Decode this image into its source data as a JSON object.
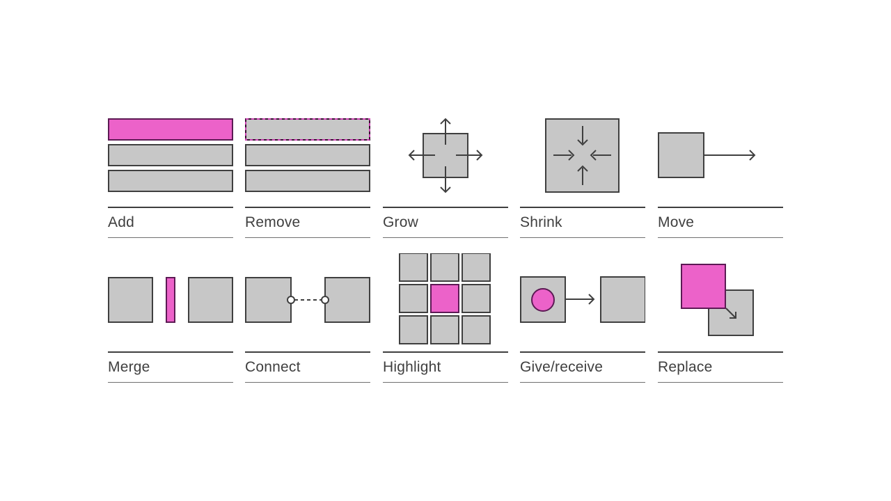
{
  "colors": {
    "shape_gray": "#c7c7c7",
    "outline_dark": "#3f3f3f",
    "accent_pink": "#ec62c9",
    "accent_pink_outline": "#5c1a54",
    "remove_base": "#3a1033",
    "dash_magenta": "#c93eb0",
    "label_text": "#3f3f3f",
    "rule_top": "#3f3f3f",
    "rule_bottom": "#6f6f6f"
  },
  "tiles": [
    {
      "label": "Add",
      "icon": "add-bars-icon"
    },
    {
      "label": "Remove",
      "icon": "remove-dashed-bar-icon"
    },
    {
      "label": "Grow",
      "icon": "grow-arrows-icon"
    },
    {
      "label": "Shrink",
      "icon": "shrink-arrows-icon"
    },
    {
      "label": "Move",
      "icon": "move-arrow-icon"
    },
    {
      "label": "Merge",
      "icon": "merge-squares-icon"
    },
    {
      "label": "Connect",
      "icon": "connect-nodes-icon"
    },
    {
      "label": "Highlight",
      "icon": "highlight-grid-icon"
    },
    {
      "label": "Give/receive",
      "icon": "give-receive-icon"
    },
    {
      "label": "Replace",
      "icon": "replace-squares-icon"
    }
  ]
}
